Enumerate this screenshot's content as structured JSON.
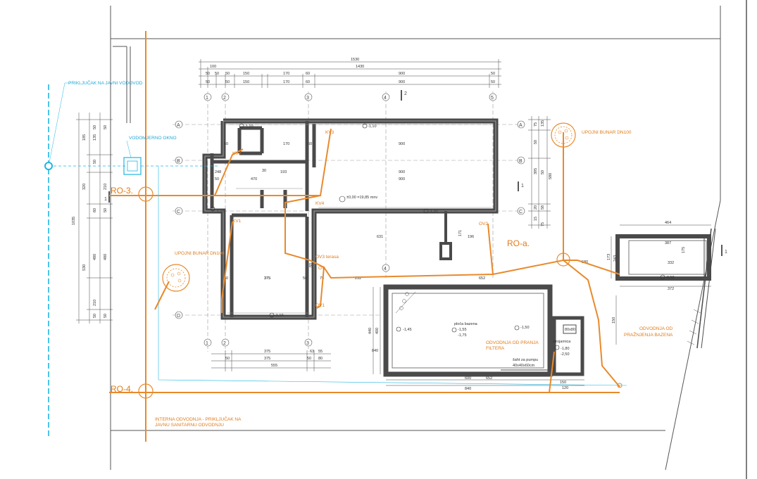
{
  "colors": {
    "wall": "#4a4a4a",
    "pipe_orange": "#e88a2c",
    "water_cyan": "#1fb6e3",
    "line": "#555555"
  },
  "top_dims": {
    "row1": [
      "1530"
    ],
    "row2": [
      "100",
      "1430"
    ],
    "row3": [
      "50",
      "50",
      "50",
      "150",
      "170",
      "60",
      "900",
      "50"
    ],
    "row4": [
      "50",
      "50",
      "150",
      "170",
      "60",
      "900",
      "50"
    ]
  },
  "bottom_dims": {
    "row1": [
      "375",
      "63",
      "55"
    ],
    "row2": [
      "50",
      "375",
      "50",
      "80"
    ],
    "row3": [
      "555"
    ]
  },
  "left_dims": [
    "185",
    "135",
    "50",
    "50",
    "50",
    "1035",
    "320",
    "210",
    "60",
    "50",
    "530",
    "480",
    "210",
    "480",
    "50",
    "50"
  ],
  "right_dims": [
    "75",
    "135",
    "50",
    "395",
    "50",
    "580",
    "20",
    "58",
    "15",
    "75"
  ],
  "axis_labels": {
    "cols": [
      "1",
      "2",
      "3",
      "4",
      "5"
    ],
    "rows": [
      "A",
      "B",
      "C",
      "D"
    ]
  },
  "section_marks": [
    "2",
    "1",
    "1",
    "1"
  ],
  "labels": {
    "public_water": "PRIKLJUČAK NA JAVNI VODOVOD",
    "water_meter": "VODOMJERNO OKNO",
    "well_1": "UPOJNI BUNAR DN100",
    "well_2": "UPOJNI BUNAR DN100",
    "ro3": "RO-3.",
    "ro4": "RO-4.",
    "roa": "RO-a.",
    "internal_drain": "INTERNA ODVODNJA - PRIKLJUČAK NA",
    "internal_drain_2": "JAVNU SANITARNU ODVODNJU",
    "filter_drain": "ODVODNJA OD PRANJA",
    "filter_drain_2": "FILTERA",
    "pool_drain": "ODVODNJA OD",
    "pool_drain_2": "PRAŽNJENJA BAZENA",
    "pool_slab": "ploča bazena",
    "pump_room": "strojarnica",
    "pump_shaft": "šaht za pumpu",
    "pump_shaft_size": "40x40x60cm",
    "pump_box": "80x80",
    "kv1": "KV1",
    "kv2": "KV2",
    "kv3": "KV3",
    "kv4": "KV4",
    "ov1": "OV1",
    "ov2": "OV2",
    "ov3": "OV3 terasa",
    "ov4": "OV",
    "elevation_main": "±0,00 =19,85 mnv"
  },
  "elevations": {
    "e1": "-1,10",
    "e2": "-1,10",
    "e3": "-1,10",
    "e4": "-1,10",
    "e5": "-1,10",
    "pool_1": "-1,45",
    "pool_2": "-1,55",
    "pool_3": "-1,75",
    "pool_4": "-1,50",
    "pump_1": "-1,80",
    "pump_2": "-2,50",
    "annex": "-0,50"
  },
  "interior_dims": {
    "r1": [
      "50",
      "170",
      "60",
      "900"
    ],
    "r2": [
      "248",
      "30",
      "193",
      "900"
    ],
    "r3": [
      "50",
      "470",
      "900"
    ],
    "r4": [
      "375",
      "60",
      "631",
      "171",
      "196"
    ],
    "r5": [
      "50",
      "375",
      "50",
      "75",
      "292",
      "652"
    ],
    "pool": [
      "600",
      "652",
      "840",
      "440",
      "400",
      "840",
      "150",
      "120"
    ],
    "annex": [
      "464",
      "387",
      "332",
      "372",
      "173",
      "243",
      "175",
      "150",
      "580"
    ]
  }
}
